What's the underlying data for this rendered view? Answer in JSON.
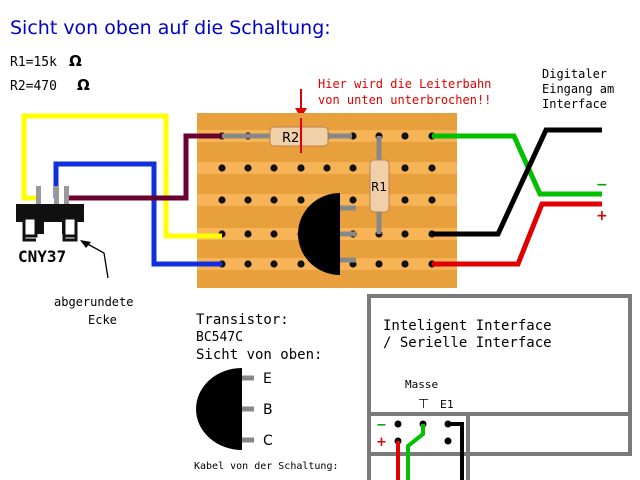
{
  "title": "Sicht von oben auf die Schaltung:",
  "resistors": {
    "r1_value": "R1=15k",
    "r2_value": "R2=470",
    "ohm_symbol": "Ω",
    "r1_label": "R1",
    "r2_label": "R2"
  },
  "note": {
    "line1": "Hier wird die Leiterbahn",
    "line2": "von unten unterbrochen!!"
  },
  "digital_input": {
    "line1": "Digitaler",
    "line2": "Eingang am",
    "line3": "Interface",
    "minus": "−",
    "plus": "+"
  },
  "sensor": {
    "name": "CNY37",
    "corner_line1": "abgerundete",
    "corner_line2": "Ecke"
  },
  "transistor": {
    "line1": "Transistor:",
    "line2": "BC547C",
    "line3": "Sicht von oben:",
    "pin_e": "E",
    "pin_b": "B",
    "pin_c": "C"
  },
  "cable_caption": "Kabel von der Schaltung:",
  "interface_box": {
    "line1": "Inteligent Interface",
    "line2": "/ Serielle Interface",
    "masse": "Masse",
    "ground_symbol": "⊤",
    "e1": "E1",
    "minus": "−",
    "plus": "+"
  },
  "colors": {
    "board": "#E8A03C",
    "strip": "#F6B456",
    "wire_green": "#00C000",
    "wire_red": "#E00000",
    "wire_black": "#000000",
    "wire_blue": "#1030E0",
    "wire_yellow": "#FFFF00",
    "wire_maroon": "#6A0030",
    "title_blue": "#0000CC",
    "note_red": "#E00000"
  }
}
